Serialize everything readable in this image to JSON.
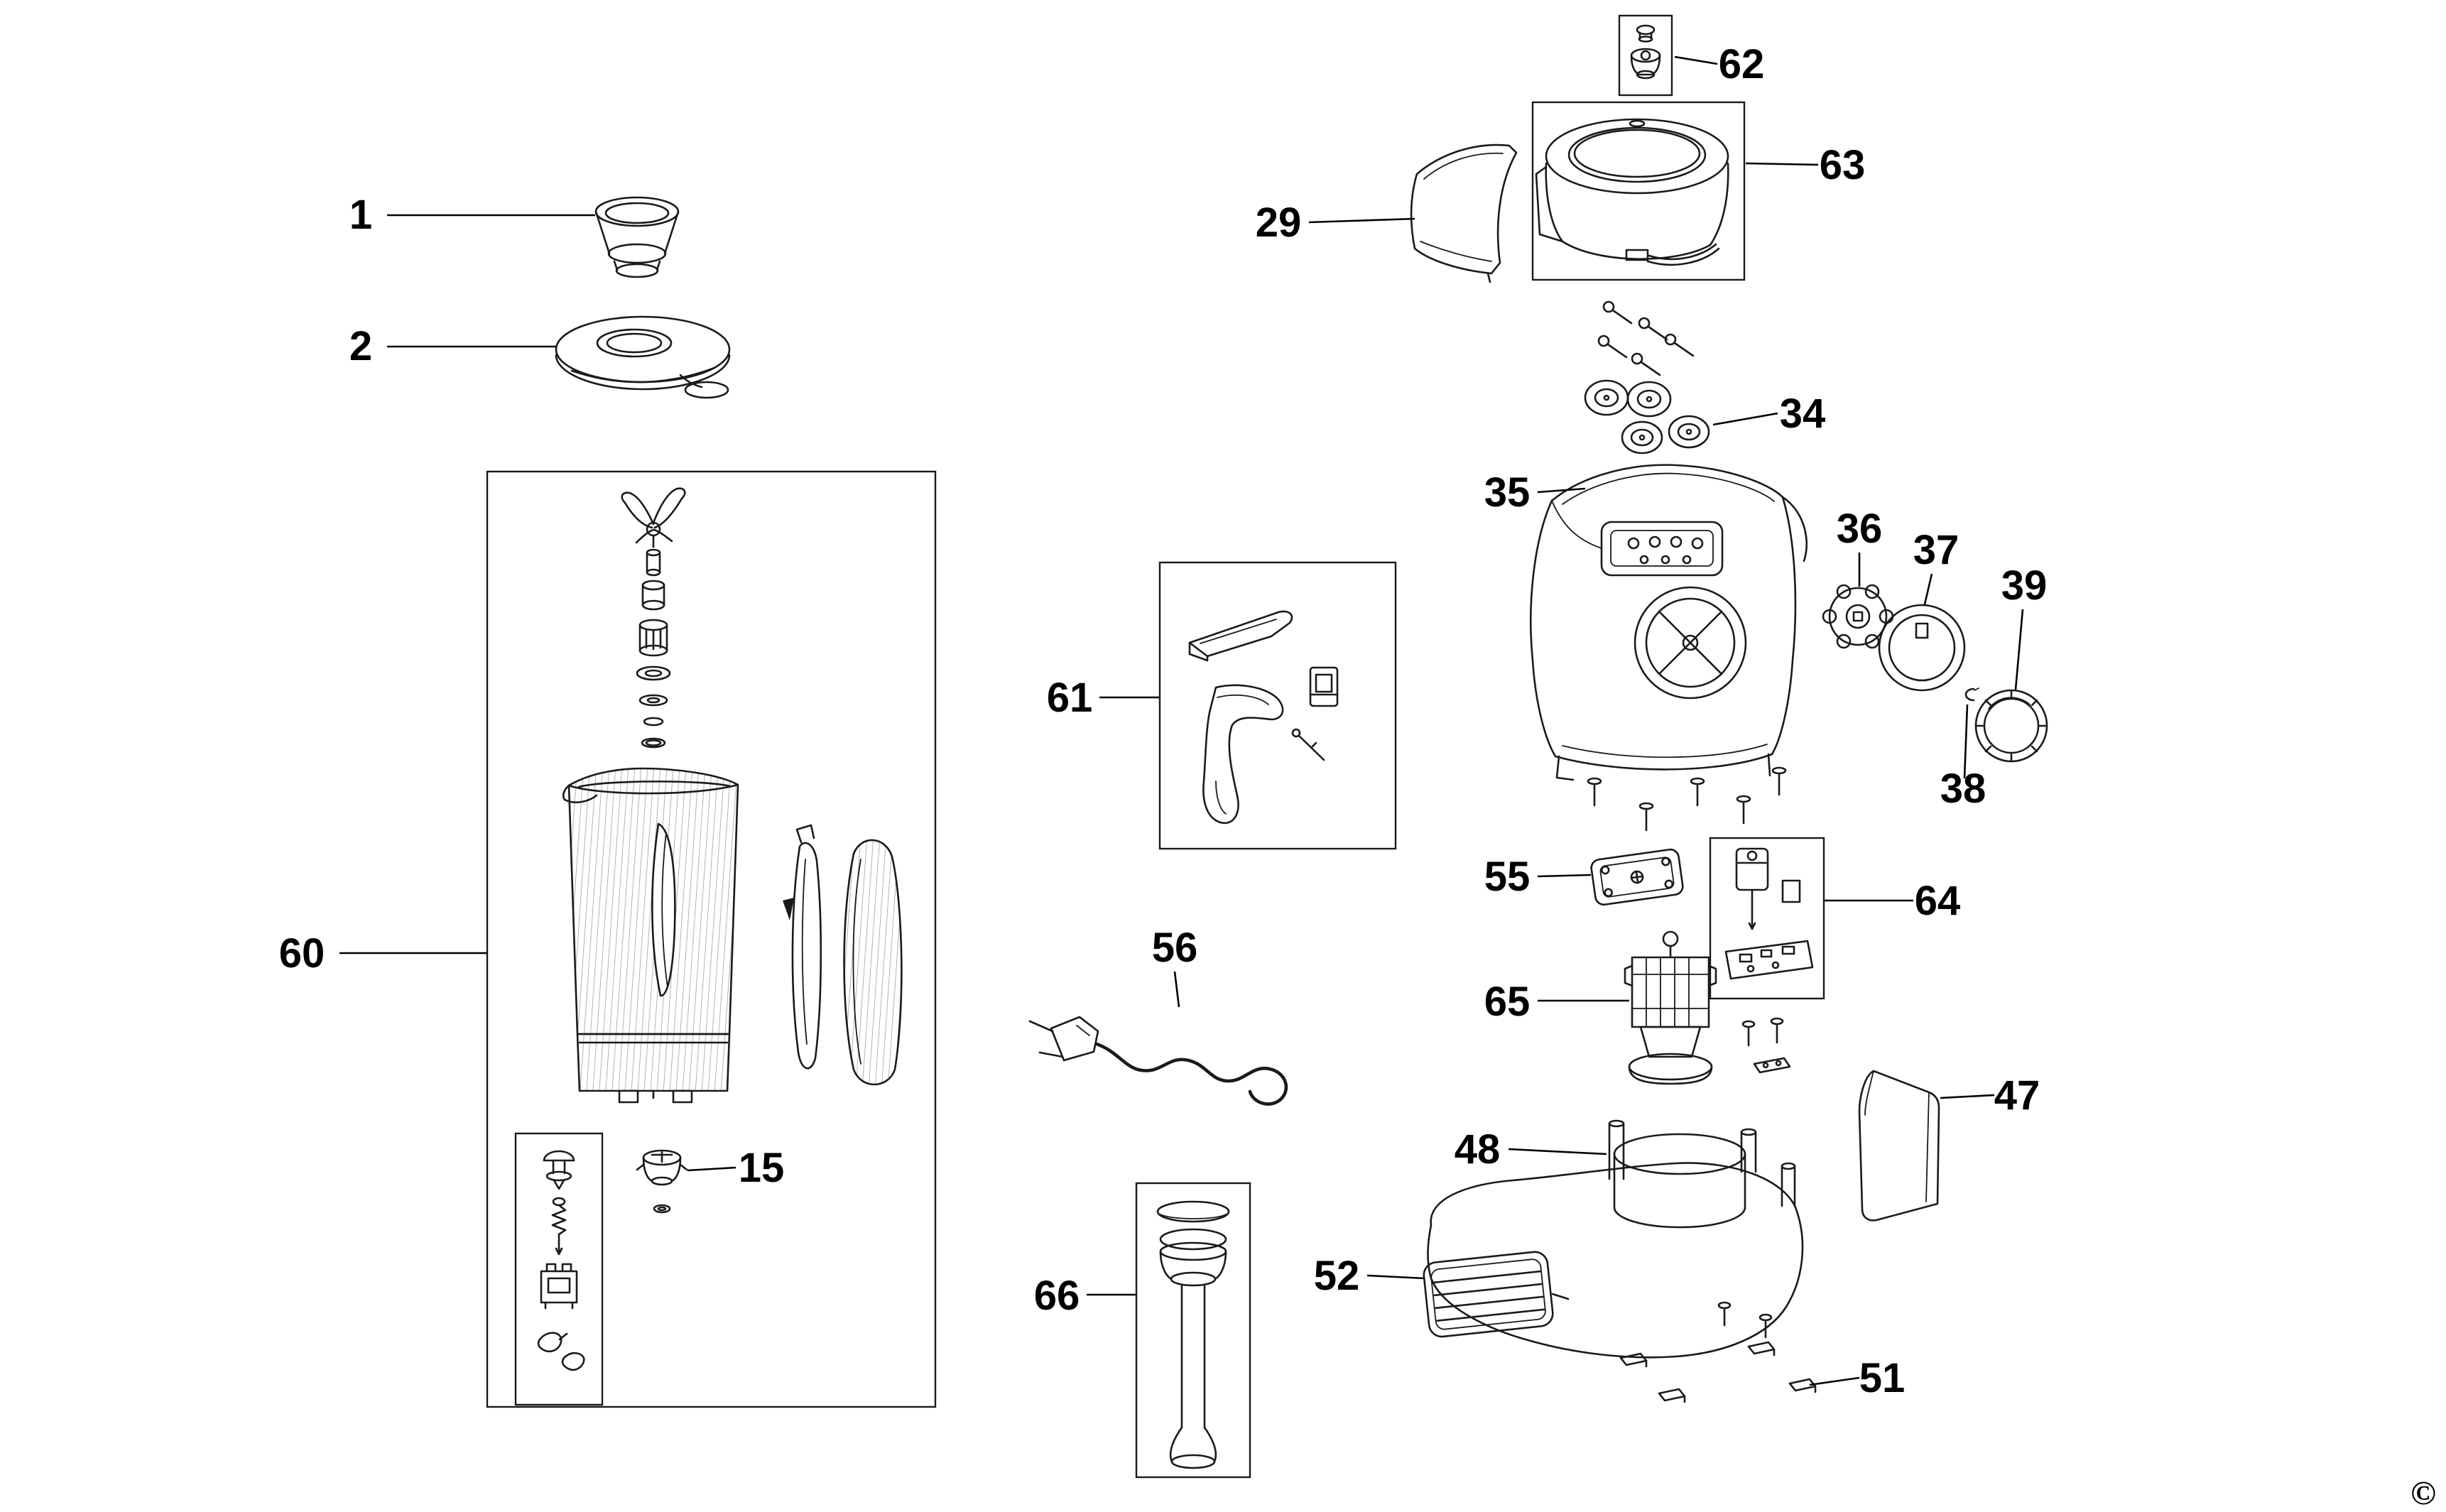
{
  "diagram": {
    "copyright": "©",
    "parts": {
      "p1": {
        "label": "1"
      },
      "p2": {
        "label": "2"
      },
      "p15": {
        "label": "15"
      },
      "p29": {
        "label": "29"
      },
      "p34": {
        "label": "34"
      },
      "p35": {
        "label": "35"
      },
      "p36": {
        "label": "36"
      },
      "p37": {
        "label": "37"
      },
      "p38": {
        "label": "38"
      },
      "p39": {
        "label": "39"
      },
      "p47": {
        "label": "47"
      },
      "p48": {
        "label": "48"
      },
      "p51": {
        "label": "51"
      },
      "p52": {
        "label": "52"
      },
      "p55": {
        "label": "55"
      },
      "p56": {
        "label": "56"
      },
      "p60": {
        "label": "60"
      },
      "p61": {
        "label": "61"
      },
      "p62": {
        "label": "62"
      },
      "p63": {
        "label": "63"
      },
      "p64": {
        "label": "64"
      },
      "p65": {
        "label": "65"
      },
      "p66": {
        "label": "66"
      }
    }
  }
}
